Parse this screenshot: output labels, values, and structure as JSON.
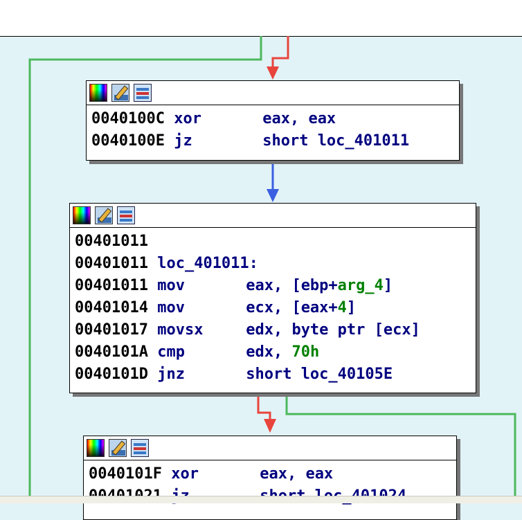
{
  "colors": {
    "background": "#e2f3f8",
    "edge_true": "#4cb85c",
    "edge_false": "#e8453c",
    "edge_uncond": "#3a5fe0",
    "address": "#000000",
    "mnemonic": "#00007f",
    "number": "#008000"
  },
  "nodes": [
    {
      "lines": [
        {
          "addr": "0040100C",
          "mn": "xor",
          "op": "eax, eax"
        },
        {
          "addr": "0040100E",
          "mn": "jz",
          "op": "short loc_401011"
        }
      ]
    },
    {
      "lines": [
        {
          "addr": "00401011",
          "mn": "",
          "op": ""
        },
        {
          "addr": "00401011",
          "mn": "loc_401011:",
          "op": ""
        },
        {
          "addr": "00401011",
          "mn": "mov",
          "op_pre": "eax, [ebp+",
          "op_num": "arg_4",
          "op_post": "]"
        },
        {
          "addr": "00401014",
          "mn": "mov",
          "op_pre": "ecx, [eax+",
          "op_num": "4",
          "op_post": "]"
        },
        {
          "addr": "00401017",
          "mn": "movsx",
          "op": "edx, byte ptr [ecx]"
        },
        {
          "addr": "0040101A",
          "mn": "cmp",
          "op_pre": "edx, ",
          "op_num": "70h",
          "op_post": ""
        },
        {
          "addr": "0040101D",
          "mn": "jnz",
          "op": "short loc_40105E"
        }
      ]
    },
    {
      "lines": [
        {
          "addr": "0040101F",
          "mn": "xor",
          "op": "eax, eax"
        },
        {
          "addr": "00401021",
          "mn": "jz",
          "op": "short loc_401024"
        }
      ]
    }
  ],
  "icons": [
    "color-palette-icon",
    "rename-pencil-icon",
    "graph-overview-icon"
  ]
}
